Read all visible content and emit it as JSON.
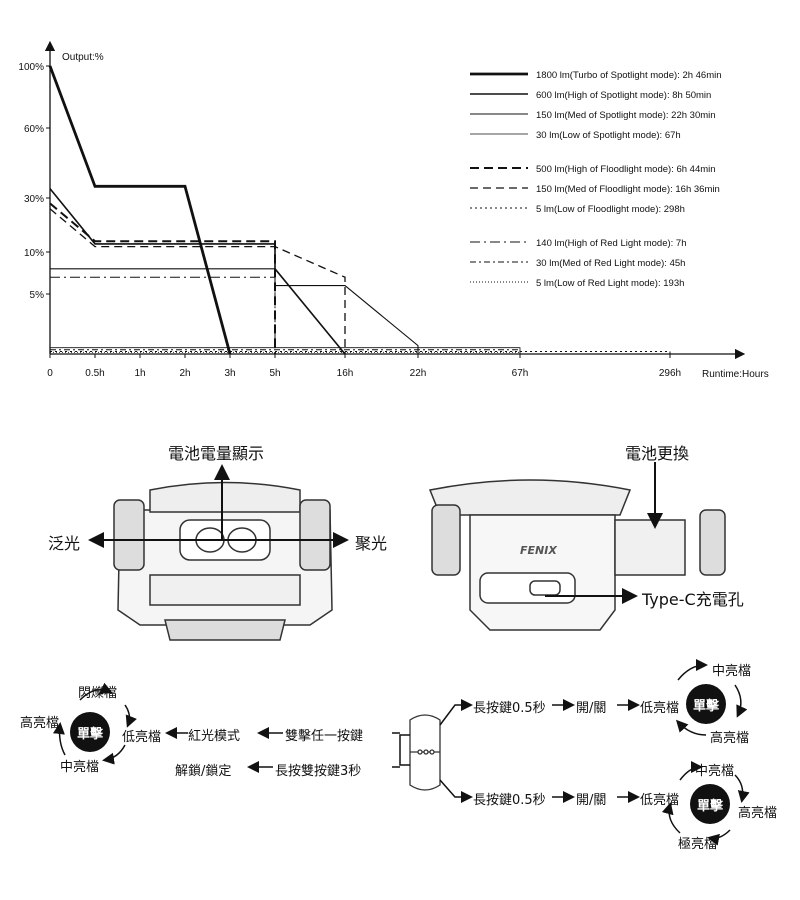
{
  "chart_data": {
    "type": "line",
    "title": "",
    "ylabel": "Output:%",
    "xlabel": "Runtime:Hours",
    "y_ticks": [
      {
        "label": "100%",
        "v": 100
      },
      {
        "label": "60%",
        "v": 60
      },
      {
        "label": "30%",
        "v": 30
      },
      {
        "label": "10%",
        "v": 10
      },
      {
        "label": "5%",
        "v": 5
      }
    ],
    "x_ticks": [
      "0",
      "0.5h",
      "1h",
      "2h",
      "3h",
      "5h",
      "16h",
      "22h",
      "67h",
      "296h"
    ],
    "legend_placement": "top-right",
    "series": [
      {
        "name": "1800 lm(Turbo of Spotlight mode): 2h 46min",
        "style": "solid-thick",
        "points": [
          [
            "0",
            100
          ],
          [
            "0.5h",
            35
          ],
          [
            "2h",
            35
          ],
          [
            "3h",
            0
          ]
        ]
      },
      {
        "name": "600 lm(High of Spotlight mode): 8h 50min",
        "style": "solid",
        "points": [
          [
            "0",
            34
          ],
          [
            "0.5h",
            13
          ],
          [
            "5h",
            13
          ],
          [
            "5h",
            8
          ],
          [
            "16h",
            0
          ]
        ]
      },
      {
        "name": "150 lm(Med of Spotlight mode): 22h 30min",
        "style": "solid-thin",
        "points": [
          [
            "0",
            8
          ],
          [
            "5h",
            8
          ],
          [
            "5h",
            6
          ],
          [
            "16h",
            6
          ],
          [
            "22h",
            2
          ],
          [
            "22h",
            0
          ]
        ]
      },
      {
        "name": "30 lm(Low of Spotlight mode): 67h",
        "style": "solid-hair",
        "points": [
          [
            "0",
            1.5
          ],
          [
            "67h",
            1.5
          ],
          [
            "67h",
            0
          ]
        ]
      },
      {
        "name": "500 lm(High of Floodlight mode): 6h 44min",
        "style": "dash-thick",
        "points": [
          [
            "0",
            28
          ],
          [
            "0.5h",
            14
          ],
          [
            "5h",
            14
          ],
          [
            "5h",
            0
          ]
        ]
      },
      {
        "name": "150 lm(Med of Floodlight mode): 16h 36min",
        "style": "dash",
        "points": [
          [
            "0",
            26
          ],
          [
            "0.5h",
            12
          ],
          [
            "5h",
            12
          ],
          [
            "16h",
            7
          ],
          [
            "16h",
            0
          ]
        ]
      },
      {
        "name": "5 lm(Low of Floodlight mode): 298h",
        "style": "dot",
        "points": [
          [
            "0",
            0.6
          ],
          [
            "296h",
            0.6
          ],
          [
            "296h",
            0
          ]
        ]
      },
      {
        "name": "140 lm(High of Red Light mode): 7h",
        "style": "dashdot-long",
        "points": [
          [
            "0",
            7
          ],
          [
            "5h",
            7
          ],
          [
            "5h",
            0
          ]
        ]
      },
      {
        "name": "30 lm(Med of Red Light mode): 45h",
        "style": "dashdot",
        "points": [
          [
            "0",
            1
          ],
          [
            "67h",
            1
          ],
          [
            "67h",
            0
          ]
        ]
      },
      {
        "name": "5 lm(Low of Red Light mode): 193h",
        "style": "dot-fine",
        "points": [
          [
            "0",
            0.4
          ],
          [
            "67h",
            0.4
          ]
        ]
      }
    ]
  },
  "diagram": {
    "battery_level_label": "電池電量顯示",
    "battery_replace_label": "電池更換",
    "flood_label": "泛光",
    "spot_label": "聚光",
    "typec_label": "Type-C充電孔",
    "brand_text": "FENIX",
    "left_cycle": {
      "center": "單擊",
      "top": "閃爍檔",
      "left": "高亮檔",
      "right": "低亮檔",
      "bottom": "中亮檔"
    },
    "red_mode": "紅光模式",
    "double_click": "雙擊任一按鍵",
    "lock": "解鎖/鎖定",
    "long_press_both": "長按雙按鍵3秒",
    "top_flow": [
      "長按鍵0.5秒",
      "開/關",
      "低亮檔"
    ],
    "bottom_flow": [
      "長按鍵0.5秒",
      "開/關",
      "低亮檔"
    ],
    "top_cycle": {
      "center": "單擊",
      "top": "中亮檔",
      "bottom": "高亮檔"
    },
    "bottom_cycle": {
      "center": "單擊",
      "top": "中亮檔",
      "right": "高亮檔",
      "bottom": "極亮檔"
    }
  }
}
